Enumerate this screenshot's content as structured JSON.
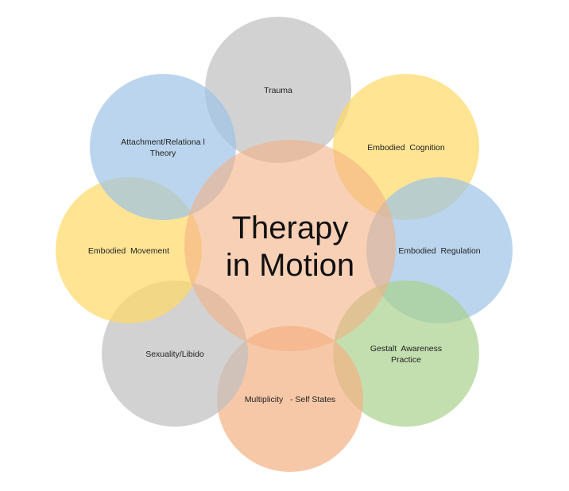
{
  "center": {
    "lines": [
      "Therapy",
      "in Motion"
    ],
    "color": "#F4B183"
  },
  "petals": [
    {
      "id": "trauma",
      "lines": [
        "Trauma"
      ],
      "color": "#BFBFBF"
    },
    {
      "id": "embodied-cognition",
      "lines": [
        "Embodied  Cognition"
      ],
      "color": "#FFD966"
    },
    {
      "id": "embodied-regulation",
      "lines": [
        "Embodied  Regulation"
      ],
      "color": "#9DC3E6"
    },
    {
      "id": "gestalt-awareness-practice",
      "lines": [
        "Gestalt  Awareness",
        "Practice"
      ],
      "color": "#A9D18E"
    },
    {
      "id": "multiplicity-self-states",
      "lines": [
        "Multiplicity   - Self States"
      ],
      "color": "#F4B183"
    },
    {
      "id": "sexuality-libido",
      "lines": [
        "Sexuality/Libido"
      ],
      "color": "#BFBFBF"
    },
    {
      "id": "embodied-movement",
      "lines": [
        "Embodied  Movement"
      ],
      "color": "#FFD966"
    },
    {
      "id": "attachment-relational-theory",
      "lines": [
        "Attachment/Relationa l",
        "Theory"
      ],
      "color": "#9DC3E6"
    }
  ]
}
